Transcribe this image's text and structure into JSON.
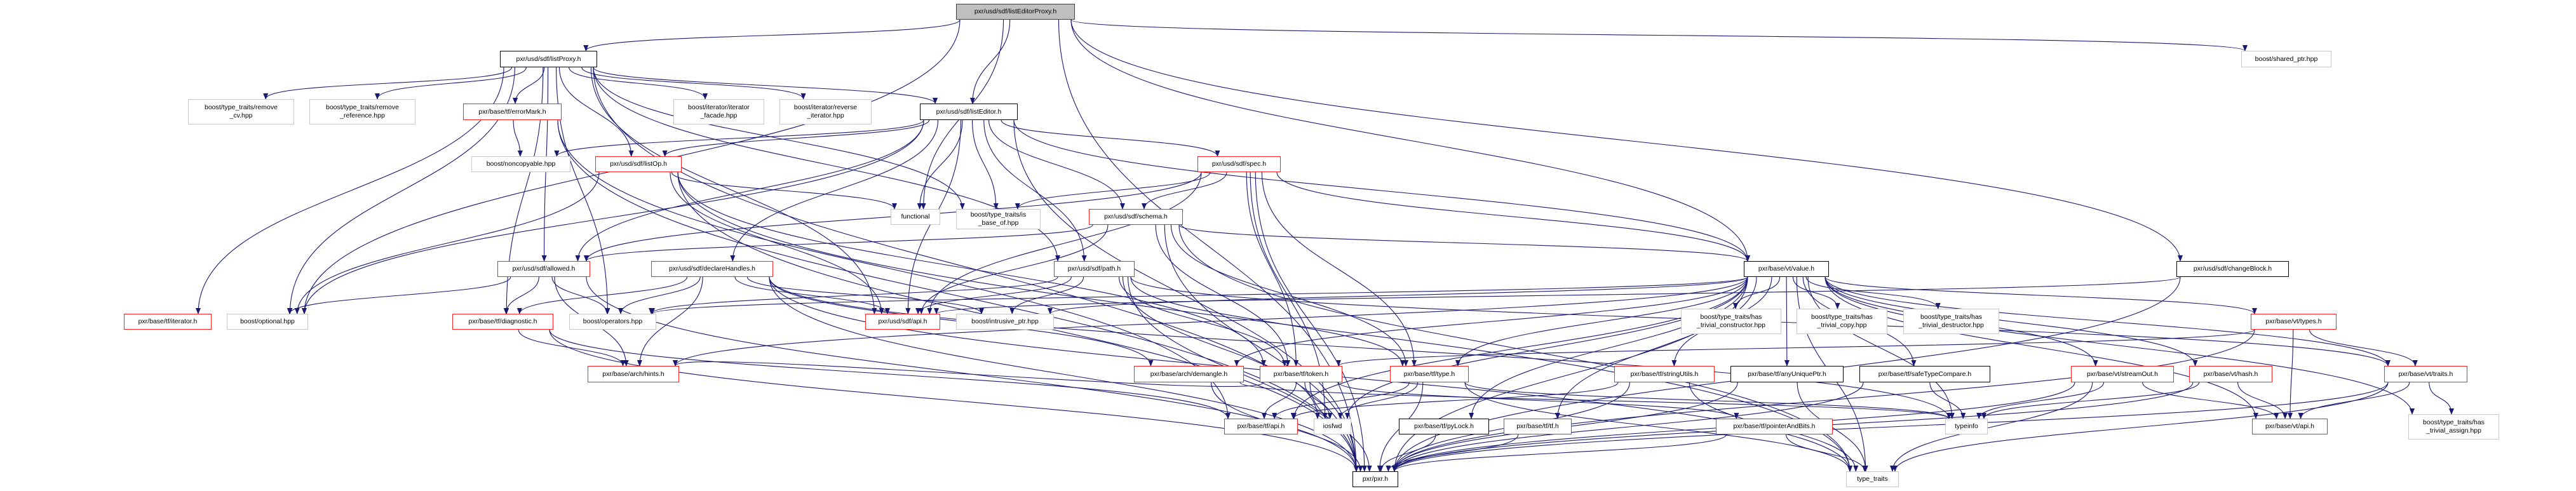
{
  "title": "pxr/usd/sdf/listEditorProxy.h include dependency graph",
  "colors": {
    "edge": "#191970",
    "red_border": "#ff2020",
    "ext_border": "#c8c8c8",
    "doc_border": "#000000",
    "root_fill": "#bfbfbf"
  },
  "nodes": [
    {
      "id": "root",
      "kind": "root",
      "lines": [
        "pxr/usd/sdf/listEditorProxy.h"
      ]
    },
    {
      "id": "listProxy",
      "kind": "doc",
      "lines": [
        "pxr/usd/sdf/listProxy.h"
      ]
    },
    {
      "id": "shared_ptr",
      "kind": "ext",
      "lines": [
        "boost/shared_ptr.hpp"
      ]
    },
    {
      "id": "remove_cv",
      "kind": "ext",
      "lines": [
        "boost/type_traits/remove",
        "_cv.hpp"
      ]
    },
    {
      "id": "remove_reference",
      "kind": "ext",
      "lines": [
        "boost/type_traits/remove",
        "_reference.hpp"
      ]
    },
    {
      "id": "errorMark",
      "kind": "red",
      "lines": [
        "pxr/base/tf/errorMark.h"
      ]
    },
    {
      "id": "facade",
      "kind": "ext",
      "lines": [
        "boost/iterator/iterator",
        "_facade.hpp"
      ]
    },
    {
      "id": "reverse_iterator",
      "kind": "ext",
      "lines": [
        "boost/iterator/reverse",
        "_iterator.hpp"
      ]
    },
    {
      "id": "listEditor",
      "kind": "doc",
      "lines": [
        "pxr/usd/sdf/listEditor.h"
      ]
    },
    {
      "id": "noncopyable",
      "kind": "ext",
      "lines": [
        "boost/noncopyable.hpp"
      ]
    },
    {
      "id": "listOp",
      "kind": "red",
      "lines": [
        "pxr/usd/sdf/listOp.h"
      ]
    },
    {
      "id": "spec",
      "kind": "red",
      "lines": [
        "pxr/usd/sdf/spec.h"
      ]
    },
    {
      "id": "functional",
      "kind": "ext",
      "lines": [
        "functional"
      ]
    },
    {
      "id": "is_base_of",
      "kind": "ext",
      "lines": [
        "boost/type_traits/is",
        "_base_of.hpp"
      ]
    },
    {
      "id": "schema",
      "kind": "red",
      "lines": [
        "pxr/usd/sdf/schema.h"
      ]
    },
    {
      "id": "allowed",
      "kind": "red",
      "lines": [
        "pxr/usd/sdf/allowed.h"
      ]
    },
    {
      "id": "declareHandles",
      "kind": "red",
      "lines": [
        "pxr/usd/sdf/declareHandles.h"
      ]
    },
    {
      "id": "path",
      "kind": "red",
      "lines": [
        "pxr/usd/sdf/path.h"
      ]
    },
    {
      "id": "value",
      "kind": "doc",
      "lines": [
        "pxr/base/vt/value.h"
      ]
    },
    {
      "id": "changeBlock",
      "kind": "doc",
      "lines": [
        "pxr/usd/sdf/changeBlock.h"
      ]
    },
    {
      "id": "iterator",
      "kind": "red",
      "lines": [
        "pxr/base/tf/iterator.h"
      ]
    },
    {
      "id": "optional",
      "kind": "ext",
      "lines": [
        "boost/optional.hpp"
      ]
    },
    {
      "id": "diagnostic",
      "kind": "red",
      "lines": [
        "pxr/base/tf/diagnostic.h"
      ]
    },
    {
      "id": "operators",
      "kind": "ext",
      "lines": [
        "boost/operators.hpp"
      ]
    },
    {
      "id": "sdfapi",
      "kind": "red",
      "lines": [
        "pxr/usd/sdf/api.h"
      ]
    },
    {
      "id": "intrusive",
      "kind": "ext",
      "lines": [
        "boost/intrusive_ptr.hpp"
      ]
    },
    {
      "id": "htc",
      "kind": "ext",
      "lines": [
        "boost/type_traits/has",
        "_trivial_constructor.hpp"
      ]
    },
    {
      "id": "htcopy",
      "kind": "ext",
      "lines": [
        "boost/type_traits/has",
        "_trivial_copy.hpp"
      ]
    },
    {
      "id": "htd",
      "kind": "ext",
      "lines": [
        "boost/type_traits/has",
        "_trivial_destructor.hpp"
      ]
    },
    {
      "id": "types",
      "kind": "red",
      "lines": [
        "pxr/base/vt/types.h"
      ]
    },
    {
      "id": "hints",
      "kind": "red",
      "lines": [
        "pxr/base/arch/hints.h"
      ]
    },
    {
      "id": "demangle",
      "kind": "red",
      "lines": [
        "pxr/base/arch/demangle.h"
      ]
    },
    {
      "id": "token",
      "kind": "red",
      "lines": [
        "pxr/base/tf/token.h"
      ]
    },
    {
      "id": "tftype",
      "kind": "red",
      "lines": [
        "pxr/base/tf/type.h"
      ]
    },
    {
      "id": "stringUtils",
      "kind": "red",
      "lines": [
        "pxr/base/tf/stringUtils.h"
      ]
    },
    {
      "id": "anyUniquePtr",
      "kind": "doc",
      "lines": [
        "pxr/base/tf/anyUniquePtr.h"
      ]
    },
    {
      "id": "safeTypeCompare",
      "kind": "doc",
      "lines": [
        "pxr/base/tf/safeTypeCompare.h"
      ]
    },
    {
      "id": "streamOut",
      "kind": "red",
      "lines": [
        "pxr/base/vt/streamOut.h"
      ]
    },
    {
      "id": "hash",
      "kind": "red",
      "lines": [
        "pxr/base/vt/hash.h"
      ]
    },
    {
      "id": "traits",
      "kind": "red",
      "lines": [
        "pxr/base/vt/traits.h"
      ]
    },
    {
      "id": "tfapi",
      "kind": "red",
      "lines": [
        "pxr/base/tf/api.h"
      ]
    },
    {
      "id": "iosfwd",
      "kind": "ext",
      "lines": [
        "iosfwd"
      ]
    },
    {
      "id": "pyLock",
      "kind": "doc",
      "lines": [
        "pxr/base/tf/pyLock.h"
      ]
    },
    {
      "id": "tftf",
      "kind": "red",
      "lines": [
        "pxr/base/tf/tf.h"
      ]
    },
    {
      "id": "pointerAndBits",
      "kind": "red",
      "lines": [
        "pxr/base/tf/pointerAndBits.h"
      ]
    },
    {
      "id": "typeinfo",
      "kind": "ext",
      "lines": [
        "typeinfo"
      ]
    },
    {
      "id": "vtapi",
      "kind": "red",
      "lines": [
        "pxr/base/vt/api.h"
      ]
    },
    {
      "id": "hta",
      "kind": "ext",
      "lines": [
        "boost/type_traits/has",
        "_trivial_assign.hpp"
      ]
    },
    {
      "id": "pxr",
      "kind": "doc",
      "lines": [
        "pxr/pxr.h"
      ]
    },
    {
      "id": "type_traits",
      "kind": "ext",
      "lines": [
        "type_traits"
      ]
    }
  ],
  "edges": [
    [
      "root",
      "listProxy"
    ],
    [
      "root",
      "listEditor"
    ],
    [
      "root",
      "functional"
    ],
    [
      "root",
      "shared_ptr"
    ],
    [
      "root",
      "value"
    ],
    [
      "root",
      "changeBlock"
    ],
    [
      "root",
      "pxr"
    ],
    [
      "root",
      "optional"
    ],
    [
      "listProxy",
      "remove_cv"
    ],
    [
      "listProxy",
      "remove_reference"
    ],
    [
      "listProxy",
      "errorMark"
    ],
    [
      "listProxy",
      "listOp"
    ],
    [
      "listProxy",
      "facade"
    ],
    [
      "listProxy",
      "reverse_iterator"
    ],
    [
      "listProxy",
      "listEditor"
    ],
    [
      "listProxy",
      "allowed"
    ],
    [
      "listProxy",
      "diagnostic"
    ],
    [
      "listProxy",
      "iterator"
    ],
    [
      "listProxy",
      "optional"
    ],
    [
      "listProxy",
      "operators"
    ],
    [
      "listProxy",
      "is_base_of"
    ],
    [
      "listProxy",
      "sdfapi"
    ],
    [
      "listProxy",
      "path"
    ],
    [
      "listProxy",
      "pxr"
    ],
    [
      "errorMark",
      "noncopyable"
    ],
    [
      "errorMark",
      "tfapi"
    ],
    [
      "errorMark",
      "pxr"
    ],
    [
      "listOp",
      "functional"
    ],
    [
      "listOp",
      "sdfapi"
    ],
    [
      "listOp",
      "token"
    ],
    [
      "listOp",
      "pxr"
    ],
    [
      "listOp",
      "optional"
    ],
    [
      "listOp",
      "type_traits"
    ],
    [
      "listEditor",
      "noncopyable"
    ],
    [
      "listEditor",
      "listOp"
    ],
    [
      "listEditor",
      "functional"
    ],
    [
      "listEditor",
      "is_base_of"
    ],
    [
      "listEditor",
      "allowed"
    ],
    [
      "listEditor",
      "declareHandles"
    ],
    [
      "listEditor",
      "path"
    ],
    [
      "listEditor",
      "spec"
    ],
    [
      "listEditor",
      "schema"
    ],
    [
      "listEditor",
      "value"
    ],
    [
      "listEditor",
      "optional"
    ],
    [
      "listEditor",
      "pxr"
    ],
    [
      "listEditor",
      "sdfapi"
    ],
    [
      "spec",
      "is_base_of"
    ],
    [
      "spec",
      "schema"
    ],
    [
      "spec",
      "allowed"
    ],
    [
      "spec",
      "tftype"
    ],
    [
      "spec",
      "token"
    ],
    [
      "spec",
      "value"
    ],
    [
      "spec",
      "iosfwd"
    ],
    [
      "spec",
      "pxr"
    ],
    [
      "spec",
      "sdfapi"
    ],
    [
      "schema",
      "allowed"
    ],
    [
      "schema",
      "value"
    ],
    [
      "schema",
      "sdfapi"
    ],
    [
      "schema",
      "token"
    ],
    [
      "schema",
      "tftype"
    ],
    [
      "schema",
      "pxr"
    ],
    [
      "schema",
      "type_traits"
    ],
    [
      "allowed",
      "optional"
    ],
    [
      "allowed",
      "diagnostic"
    ],
    [
      "allowed",
      "operators"
    ],
    [
      "allowed",
      "pxr"
    ],
    [
      "allowed",
      "hints"
    ],
    [
      "declareHandles",
      "diagnostic"
    ],
    [
      "declareHandles",
      "operators"
    ],
    [
      "declareHandles",
      "sdfapi"
    ],
    [
      "declareHandles",
      "intrusive"
    ],
    [
      "declareHandles",
      "hints"
    ],
    [
      "declareHandles",
      "demangle"
    ],
    [
      "declareHandles",
      "type_traits"
    ],
    [
      "declareHandles",
      "typeinfo"
    ],
    [
      "declareHandles",
      "pxr"
    ],
    [
      "path",
      "sdfapi"
    ],
    [
      "path",
      "intrusive"
    ],
    [
      "path",
      "token"
    ],
    [
      "path",
      "tftype"
    ],
    [
      "path",
      "operators"
    ],
    [
      "path",
      "iosfwd"
    ],
    [
      "path",
      "pxr"
    ],
    [
      "path",
      "traits"
    ],
    [
      "diagnostic",
      "hints"
    ],
    [
      "diagnostic",
      "tfapi"
    ],
    [
      "diagnostic",
      "pxr"
    ],
    [
      "token",
      "tfapi"
    ],
    [
      "token",
      "iosfwd"
    ],
    [
      "token",
      "pxr"
    ],
    [
      "token",
      "pointerAndBits"
    ],
    [
      "token",
      "hints"
    ],
    [
      "tftype",
      "tfapi"
    ],
    [
      "tftype",
      "iosfwd"
    ],
    [
      "tftype",
      "pxr"
    ],
    [
      "tftype",
      "typeinfo"
    ],
    [
      "tftype",
      "type_traits"
    ],
    [
      "demangle",
      "pxr"
    ],
    [
      "demangle",
      "typeinfo"
    ],
    [
      "value",
      "htc"
    ],
    [
      "value",
      "htcopy"
    ],
    [
      "value",
      "htd"
    ],
    [
      "value",
      "hta"
    ],
    [
      "value",
      "tftype"
    ],
    [
      "value",
      "demangle"
    ],
    [
      "value",
      "hints"
    ],
    [
      "value",
      "tfapi"
    ],
    [
      "value",
      "pyLock"
    ],
    [
      "value",
      "tftf"
    ],
    [
      "value",
      "stringUtils"
    ],
    [
      "value",
      "anyUniquePtr"
    ],
    [
      "value",
      "safeTypeCompare"
    ],
    [
      "value",
      "typeinfo"
    ],
    [
      "value",
      "type_traits"
    ],
    [
      "value",
      "pxr"
    ],
    [
      "value",
      "streamOut"
    ],
    [
      "value",
      "hash"
    ],
    [
      "value",
      "types"
    ],
    [
      "value",
      "traits"
    ],
    [
      "value",
      "vtapi"
    ],
    [
      "value",
      "intrusive"
    ],
    [
      "value",
      "operators"
    ],
    [
      "value",
      "iosfwd"
    ],
    [
      "stringUtils",
      "tfapi"
    ],
    [
      "stringUtils",
      "pxr"
    ],
    [
      "stringUtils",
      "type_traits"
    ],
    [
      "anyUniquePtr",
      "type_traits"
    ],
    [
      "anyUniquePtr",
      "pxr"
    ],
    [
      "safeTypeCompare",
      "typeinfo"
    ],
    [
      "safeTypeCompare",
      "pxr"
    ],
    [
      "pyLock",
      "pxr"
    ],
    [
      "tftf",
      "pxr"
    ],
    [
      "pointerAndBits",
      "type_traits"
    ],
    [
      "pointerAndBits",
      "pxr"
    ],
    [
      "streamOut",
      "typeinfo"
    ],
    [
      "streamOut",
      "vtapi"
    ],
    [
      "streamOut",
      "pxr"
    ],
    [
      "streamOut",
      "type_traits"
    ],
    [
      "hash",
      "typeinfo"
    ],
    [
      "hash",
      "vtapi"
    ],
    [
      "hash",
      "pxr"
    ],
    [
      "types",
      "token"
    ],
    [
      "types",
      "vtapi"
    ],
    [
      "types",
      "traits"
    ],
    [
      "types",
      "pxr"
    ],
    [
      "traits",
      "vtapi"
    ],
    [
      "traits",
      "hta"
    ],
    [
      "traits",
      "pxr"
    ],
    [
      "traits",
      "type_traits"
    ],
    [
      "changeBlock",
      "pxr"
    ],
    [
      "changeBlock",
      "sdfapi"
    ]
  ]
}
